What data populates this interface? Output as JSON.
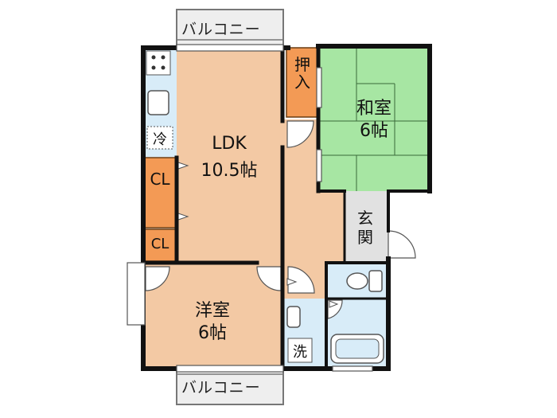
{
  "colors": {
    "ldk": "#f3c9a4",
    "washitsu": "#a7e6a3",
    "storage": "#f39a55",
    "wet": "#d8ecf8",
    "hall": "#e1e1e1",
    "balcony": "#eeeeee",
    "wall": "#111111"
  },
  "balcony_top": {
    "label": "バルコニー"
  },
  "balcony_bottom": {
    "label": "バルコニー"
  },
  "ldk": {
    "line1": "LDK",
    "line2": "10.5帖"
  },
  "washitsu": {
    "line1": "和室",
    "line2": "6帖"
  },
  "youshitsu": {
    "line1": "洋室",
    "line2": "6帖"
  },
  "oshiire": {
    "label": "押入"
  },
  "closet_large": {
    "label": "CL"
  },
  "closet_small": {
    "label": "CL"
  },
  "genkan": {
    "label": "玄関"
  },
  "reizouko": {
    "label": "冷"
  },
  "sentakuki": {
    "label": "洗"
  },
  "icons": [
    "stove-icon",
    "sink-icon",
    "toilet-icon",
    "bathtub-icon",
    "washbasin-icon",
    "door-swing-icon"
  ]
}
